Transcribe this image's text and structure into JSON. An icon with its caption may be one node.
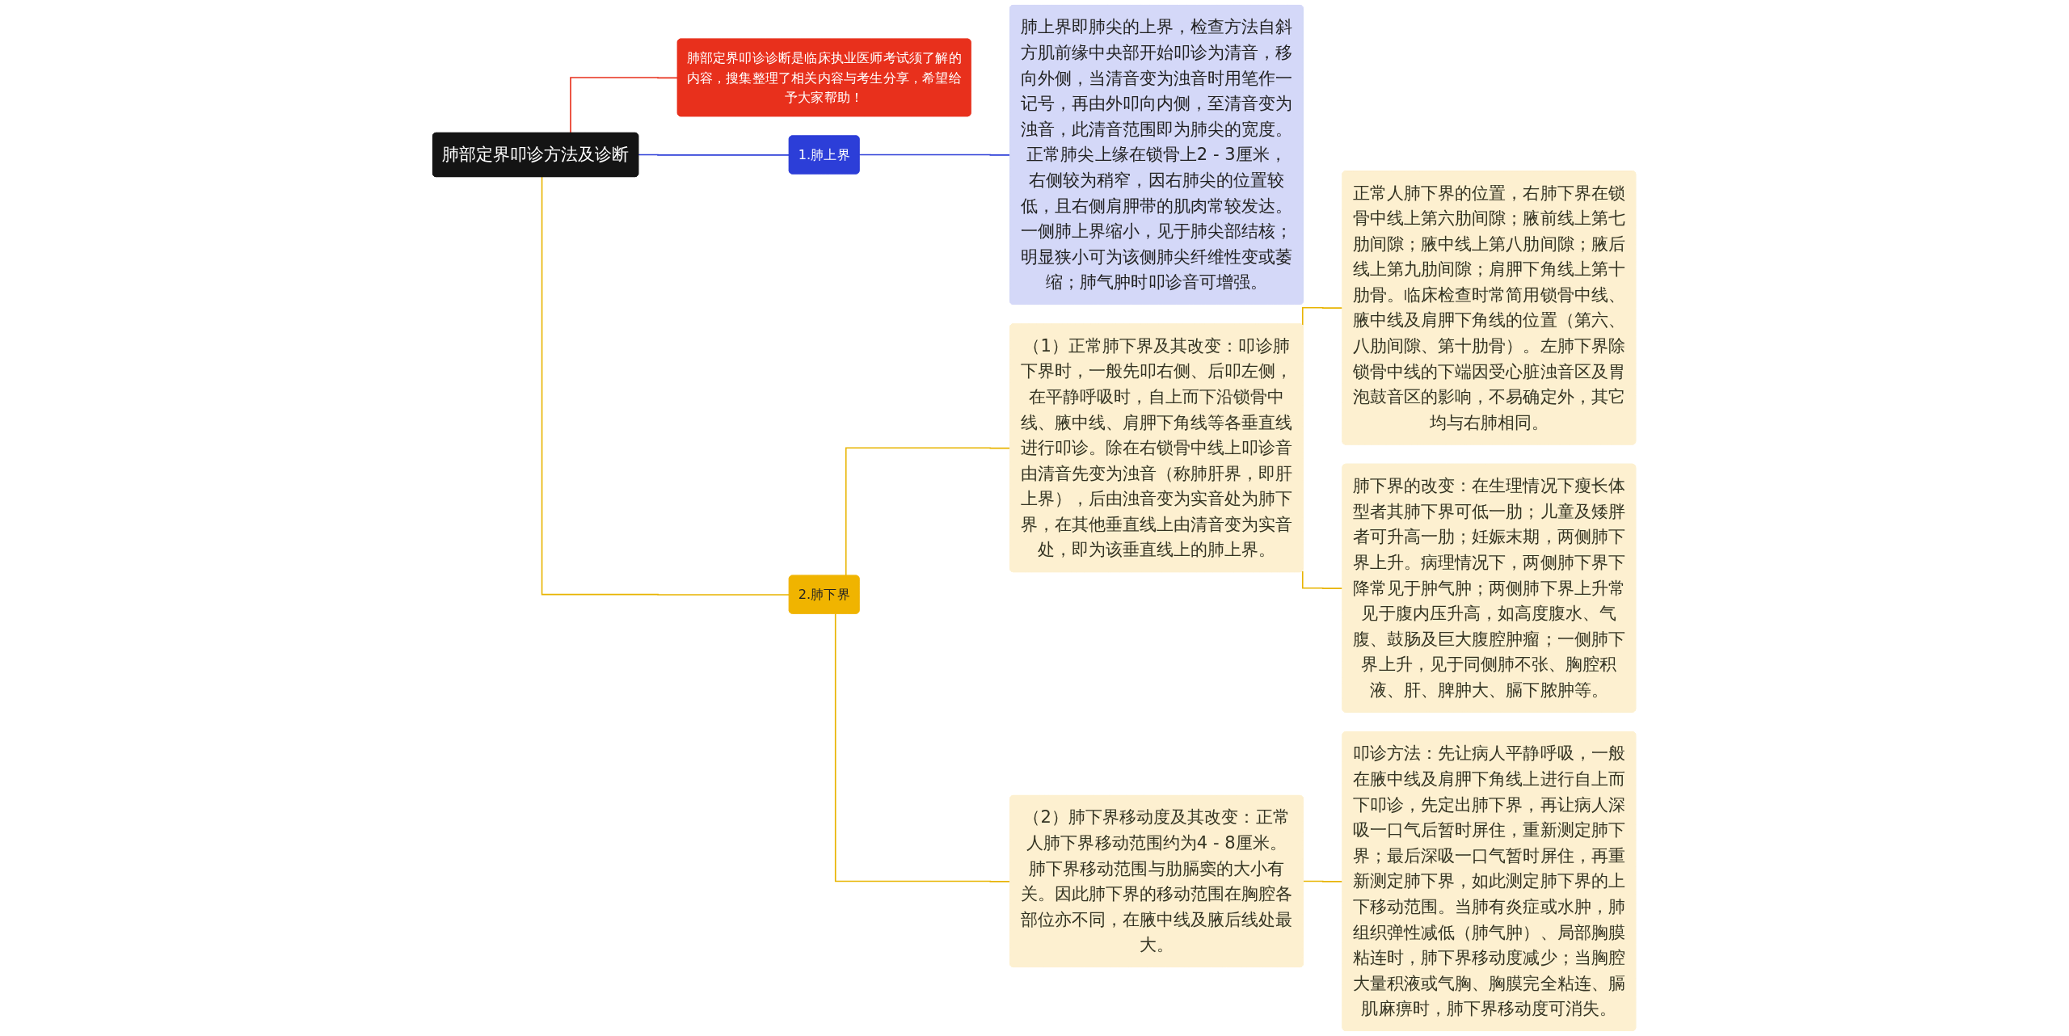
{
  "diagram": {
    "nodes": [
      {
        "text": [
          "肺部定界叩诊方法及诊断"
        ]
      },
      {
        "text": [
          "肺部定界叩诊诊断是临床执业医师考试须了解的内容，搜集整理了相关内容与考生分享，希望给予大家帮助！"
        ]
      },
      {
        "text": [
          "1.肺上界"
        ]
      },
      {
        "text": [
          "肺上界即肺尖的上界，检查方法自斜方肌前缘中央部开始叩诊为清音，移向外侧，当清音变为浊音时用笔作一记号，再由外叩向内侧，至清音变为浊音，此清音范围即为肺尖的宽度。正常肺尖上缘在锁骨上2 - 3厘米，右侧较为稍窄，因右肺尖的位置较低，且右侧肩胛带的肌肉常较发达。一侧肺上界缩小，见于肺尖部结核；明显狭小可为该侧肺尖纤维性变或萎缩；肺气肿时叩诊音可增强。"
        ]
      },
      {
        "text": [
          "2.肺下界"
        ]
      },
      {
        "text": [
          "（1）正常肺下界及其改变：叩诊肺下界时，一般先叩右侧、后叩左侧，在平静呼吸时，自上而下沿锁骨中线、腋中线、肩胛下角线等各垂直线进行叩诊。除在右锁骨中线上叩诊音由清音先变为浊音（称肺肝界，即肝上界），后由浊音变为实音处为肺下界，在其他垂直线上由清音变为实音处，即为该垂直线上的肺上界。"
        ]
      },
      {
        "text": [
          "正常人肺下界的位置，右肺下界在锁骨中线上第六肋间隙；腋前线上第七肋间隙；腋中线上第八肋间隙；腋后线上第九肋间隙；肩胛下角线上第十肋骨。临床检查时常简用锁骨中线、腋中线及肩胛下角线的位置（第六、八肋间隙、第十肋骨）。左肺下界除锁骨中线的下端因受心脏浊音区及胃泡鼓音区的影响，不易确定外，其它均与右肺相同。"
        ]
      },
      {
        "text": [
          "肺下界的改变：在生理情况下瘦长体型者其肺下界可低一肋；儿童及矮胖者可升高一肋；妊娠末期，两侧肺下界上升。病理情况下，两侧肺下界下降常见于肿气肿；两侧肺下界上升常见于腹内压升高，如高度腹水、气腹、鼓肠及巨大腹腔肿瘤；一侧肺下界上升，见于同侧肺不张、胸腔积液、肝、脾肿大、膈下脓肿等。"
        ]
      },
      {
        "text": [
          "（2）肺下界移动度及其改变：正常人肺下界移动范围约为4 - 8厘米。肺下界移动范围与肋膈窦的大小有关。因此肺下界的移动范围在胸腔各部位亦不同，在腋中线及腋后线处最大。"
        ]
      },
      {
        "text": [
          "叩诊方法：先让病人平静呼吸，一般在腋中线及肩胛下角线上进行自上而下叩诊，先定出肺下界，再让病人深吸一口气后暂时屏住，重新测定肺下界；最后深吸一口气暂时屏住，再重新测定肺下界，如此测定肺下界的上下移动范围。当肺有炎症或水肿，肺组织弹性减低（肺气肿）、局部胸膜粘连时，肺下界移动度减少；当胸腔大量积液或气胸、胸膜完全粘连、膈肌麻痹时，肺下界移动度可消失。"
        ]
      }
    ],
    "edges": [
      {
        "from": 0,
        "to": 1,
        "arrow": "none",
        "color": "#e8301c"
      },
      {
        "from": 0,
        "to": 2,
        "arrow": "none",
        "color": "#2c3ed8"
      },
      {
        "from": 2,
        "to": 3,
        "arrow": "none",
        "color": "#2c3ed8"
      },
      {
        "from": 0,
        "to": 4,
        "arrow": "none"
      },
      {
        "from": 4,
        "to": 5,
        "arrow": "none"
      },
      {
        "from": 5,
        "to": 6,
        "arrow": "none"
      },
      {
        "from": 5,
        "to": 7,
        "arrow": "none"
      },
      {
        "from": 4,
        "to": 8,
        "arrow": "none"
      },
      {
        "from": 8,
        "to": 9,
        "arrow": "none"
      }
    ]
  }
}
